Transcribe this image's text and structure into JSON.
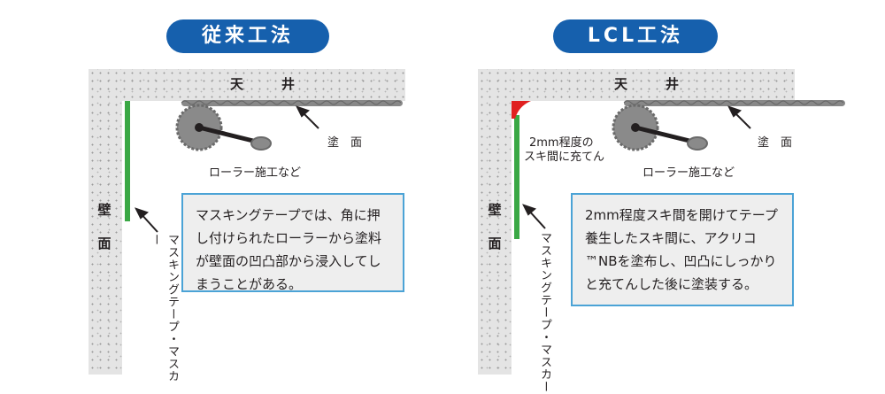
{
  "left": {
    "badge": "従来工法",
    "ceiling_label": "天　井",
    "wall_label_1": "壁",
    "wall_label_2": "面",
    "paint_label": "塗　面",
    "roller_label": "ローラー施工など",
    "tape_label": "マスキングテープ・マスカー",
    "note": "マスキングテープでは、角に押し付けられたローラーから塗料が壁面の凹凸部から浸入してしまうことがある。"
  },
  "right": {
    "badge": "LCL工法",
    "ceiling_label": "天　井",
    "wall_label_1": "壁",
    "wall_label_2": "面",
    "paint_label": "塗　面",
    "roller_label": "ローラー施工など",
    "gap_label_1": "2mm程度の",
    "gap_label_2": "スキ間に充てん",
    "tape_label": "マスキングテープ・マスカー",
    "note": "2mm程度スキ間を開けてテープ養生したスキ間に、アクリコ™NBを塗布し、凹凸にしっかりと充てんした後に塗装する。"
  },
  "colors": {
    "badge": "#1660ad",
    "tape": "#3aa845",
    "sealant": "#e02020",
    "note_border": "#4ba3d6",
    "note_bg": "#eeeeee"
  }
}
